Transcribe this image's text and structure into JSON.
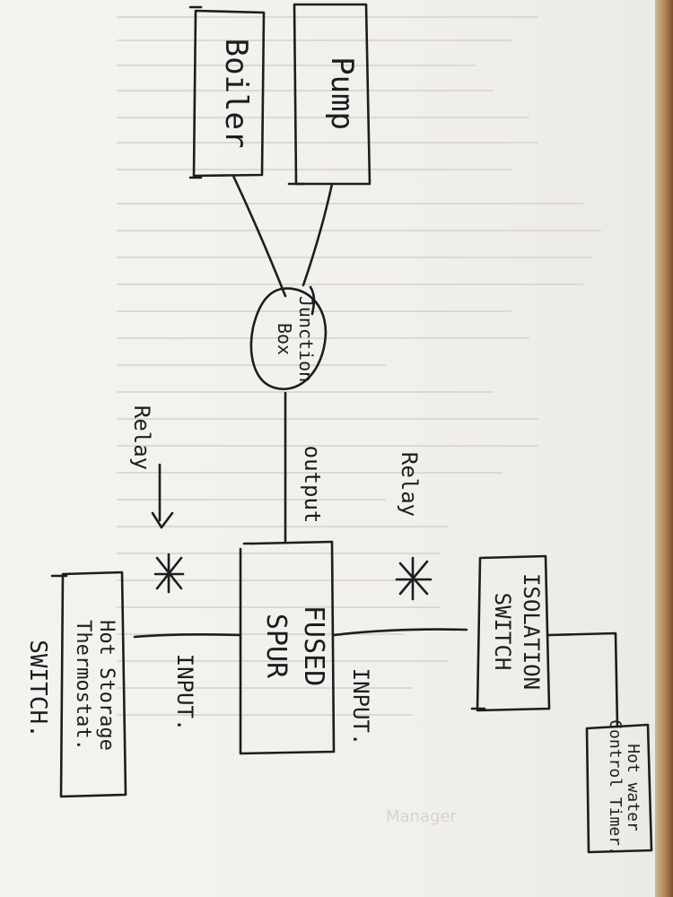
{
  "nodes": {
    "boiler": "Boiler",
    "pump": "Pump",
    "junction_box": "Junction Box",
    "fused_spur": "FUSED SPUR",
    "isolation_switch": "ISOLATION SWITCH",
    "hot_water_timer": "Hot water Control Timer.",
    "thermostat": "Hot Storage Thermostat.",
    "switch": "SWITCH."
  },
  "labels": {
    "output": "output",
    "relay_left": "Relay",
    "relay_right": "Relay",
    "input_left": "INPUT.",
    "input_right": "INPUT."
  },
  "background": {
    "ghost_word": "Manager"
  }
}
